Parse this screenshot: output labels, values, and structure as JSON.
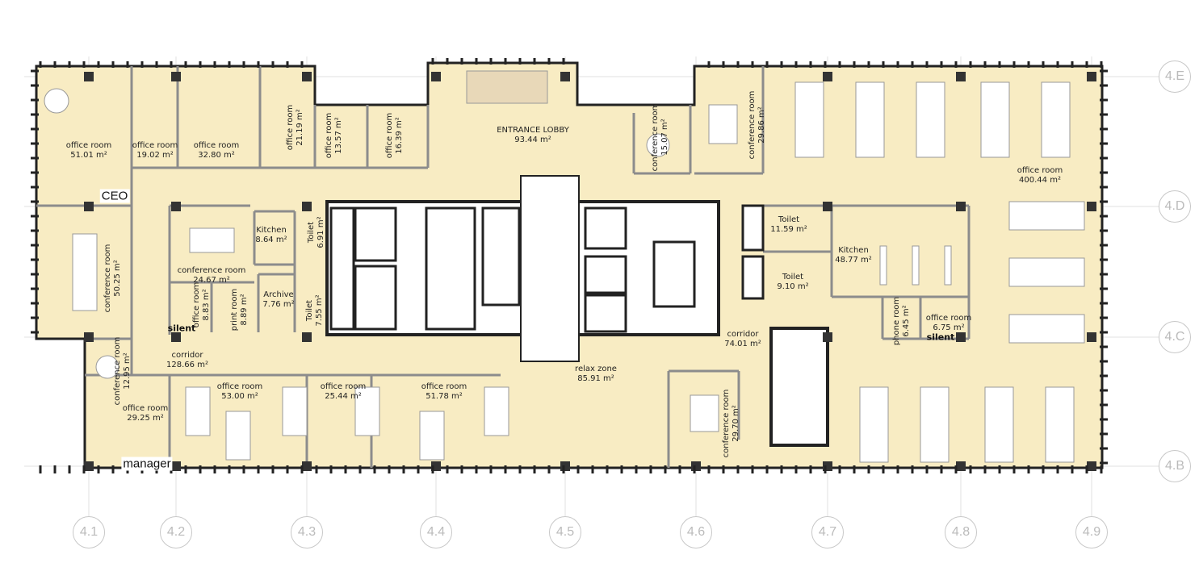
{
  "colors": {
    "floor": "#f8ecc3",
    "wall": "#8c8c8c",
    "core": "#222222",
    "column": "#333333",
    "axis": "#c8c8c8"
  },
  "rooms": [
    {
      "name": "office room",
      "area": "51.01 m²"
    },
    {
      "name": "office room",
      "area": "19.02 m²"
    },
    {
      "name": "office room",
      "area": "32.80 m²"
    },
    {
      "name": "office room",
      "area": "21.19 m²"
    },
    {
      "name": "office room",
      "area": "13.57 m²"
    },
    {
      "name": "office room",
      "area": "16.39 m²"
    },
    {
      "name": "ENTRANCE LOBBY",
      "area": "93.44 m²"
    },
    {
      "name": "conference room",
      "area": "15.07 m²"
    },
    {
      "name": "conference room",
      "area": "29.86 m²"
    },
    {
      "name": "office room",
      "area": "400.44 m²"
    },
    {
      "name": "conference room",
      "area": "50.25 m²"
    },
    {
      "name": "conference room",
      "area": "24.67 m²"
    },
    {
      "name": "Kitchen",
      "area": "8.64 m²"
    },
    {
      "name": "Toilet",
      "area": "6.91 m²"
    },
    {
      "name": "office room",
      "area": "8.83 m²"
    },
    {
      "name": "print room",
      "area": "8.89 m²"
    },
    {
      "name": "Archive",
      "area": "7.76 m²"
    },
    {
      "name": "Toilet",
      "area": "7.55 m²"
    },
    {
      "name": "corridor",
      "area": "128.66 m²"
    },
    {
      "name": "conference room",
      "area": "12.95 m²"
    },
    {
      "name": "office room",
      "area": "29.25 m²"
    },
    {
      "name": "office room",
      "area": "53.00 m²"
    },
    {
      "name": "office room",
      "area": "25.44 m²"
    },
    {
      "name": "office room",
      "area": "51.78 m²"
    },
    {
      "name": "relax zone",
      "area": "85.91 m²"
    },
    {
      "name": "conference room",
      "area": "29.70 m²"
    },
    {
      "name": "corridor",
      "area": "74.01 m²"
    },
    {
      "name": "Toilet",
      "area": "11.59 m²"
    },
    {
      "name": "Kitchen",
      "area": "48.77 m²"
    },
    {
      "name": "Toilet",
      "area": "9.10 m²"
    },
    {
      "name": "phone room",
      "area": "6.45 m²"
    },
    {
      "name": "office room",
      "area": "6.75 m²"
    }
  ],
  "tags": {
    "ceo": "CEO",
    "manager": "manager",
    "silent_left": "silent",
    "silent_right": "silent"
  },
  "axes": {
    "columns": [
      "4.1",
      "4.2",
      "4.3",
      "4.4",
      "4.5",
      "4.6",
      "4.7",
      "4.8",
      "4.9"
    ],
    "rows": [
      "4.E",
      "4.D",
      "4.C",
      "4.B"
    ]
  }
}
